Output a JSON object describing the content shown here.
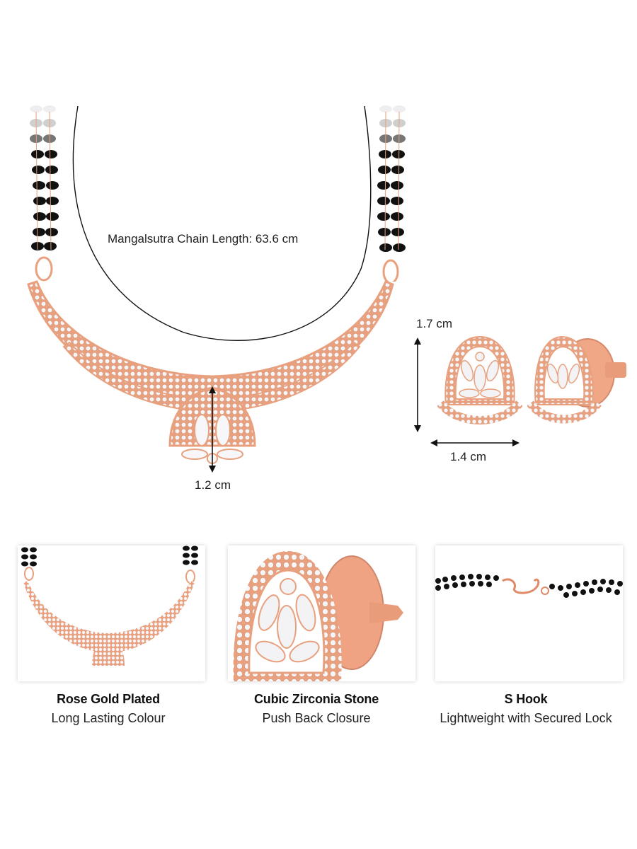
{
  "hero": {
    "chain_length_label": "Mangalsutra Chain Length: 63.6 cm",
    "pendant_height_label": "1.2 cm",
    "earring_height_label": "1.7 cm",
    "earring_width_label": "1.4 cm"
  },
  "colors": {
    "rose_gold": "#e8a07e",
    "rose_gold_dark": "#c97a5a",
    "bead_black": "#111111",
    "stone_white": "#f4f4f6",
    "text": "#1a1a1a"
  },
  "features": [
    {
      "title": "Rose Gold Plated",
      "subtitle": "Long Lasting Colour",
      "icon": "pendant-closeup-image"
    },
    {
      "title": "Cubic Zirconia Stone",
      "subtitle": "Push Back Closure",
      "icon": "earring-closeup-image"
    },
    {
      "title": "S Hook",
      "subtitle": "Lightweight with Secured Lock",
      "icon": "s-hook-closeup-image"
    }
  ]
}
